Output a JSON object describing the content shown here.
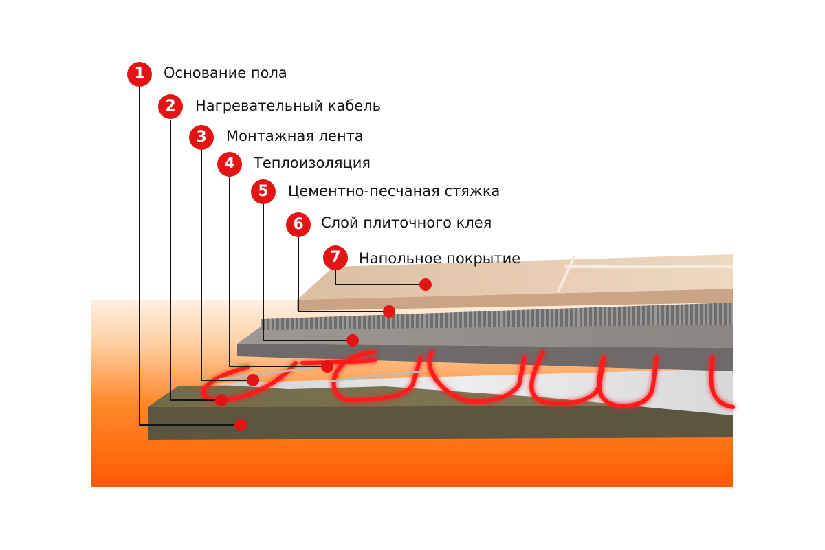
{
  "layers": [
    {
      "number": "1",
      "label": "Основание пола"
    },
    {
      "number": "2",
      "label": "Нагревательный кабель"
    },
    {
      "number": "3",
      "label": "Монтажная лента"
    },
    {
      "number": "4",
      "label": "Теплоизоляция"
    },
    {
      "number": "5",
      "label": "Цементно-песчаная стяжка"
    },
    {
      "number": "6",
      "label": "Слой плиточного клея"
    },
    {
      "number": "7",
      "label": "Напольное покрытие"
    }
  ],
  "colors": {
    "accent": "#e31414",
    "background_gradient": [
      "#ffe7d2",
      "#ff5a00"
    ],
    "text": "#141414",
    "heating_cable": "#ff1a1a"
  }
}
